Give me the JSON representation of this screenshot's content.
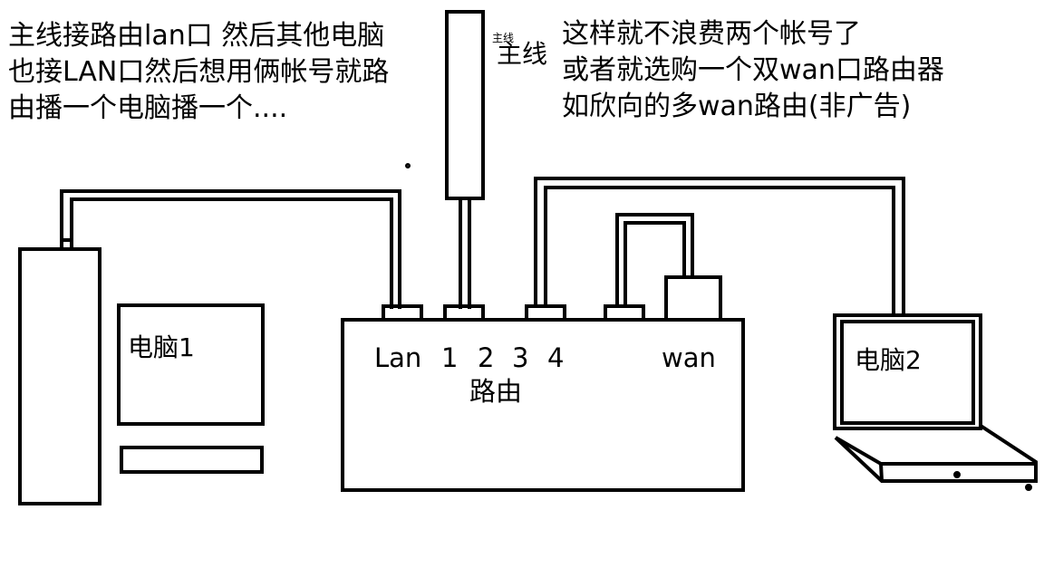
{
  "notes": {
    "left": [
      "主线接路由lan口 然后其他电脑",
      "也接LAN口然后想用俩帐号就路",
      "由播一个电脑播一个...."
    ],
    "right": [
      "这样就不浪费两个帐号了",
      "或者就选购一个双wan口路由器",
      "如欣向的多wan路由(非广告)"
    ]
  },
  "mainline": {
    "small_label": "主线",
    "label": "主线"
  },
  "pc1": {
    "label": "电脑1"
  },
  "pc2": {
    "label": "电脑2"
  },
  "router": {
    "label": "路由",
    "port_labels": [
      "Lan",
      "1",
      "2",
      "3",
      "4",
      "wan"
    ]
  }
}
